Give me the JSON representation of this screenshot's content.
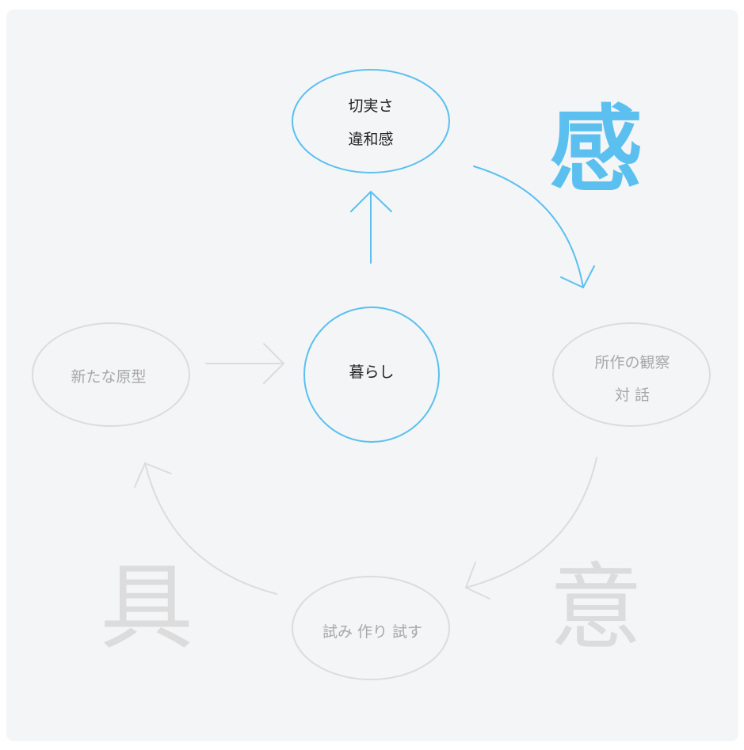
{
  "colors": {
    "accent": "#5bc0ef",
    "muted": "#dcdcdc",
    "text_dark": "#222222",
    "text_muted": "#a8a8a8",
    "panel": "#f4f5f7"
  },
  "nodes": {
    "top": {
      "line1": "切実さ",
      "line2": "違和感"
    },
    "center": {
      "label": "暮らし"
    },
    "right": {
      "line1": "所作の観察",
      "line2": "対 話"
    },
    "bottom": {
      "label": "試み 作り 試す"
    },
    "left": {
      "label": "新たな原型"
    }
  },
  "stage_labels": {
    "feel": "感",
    "meaning": "意",
    "concrete": "具"
  }
}
